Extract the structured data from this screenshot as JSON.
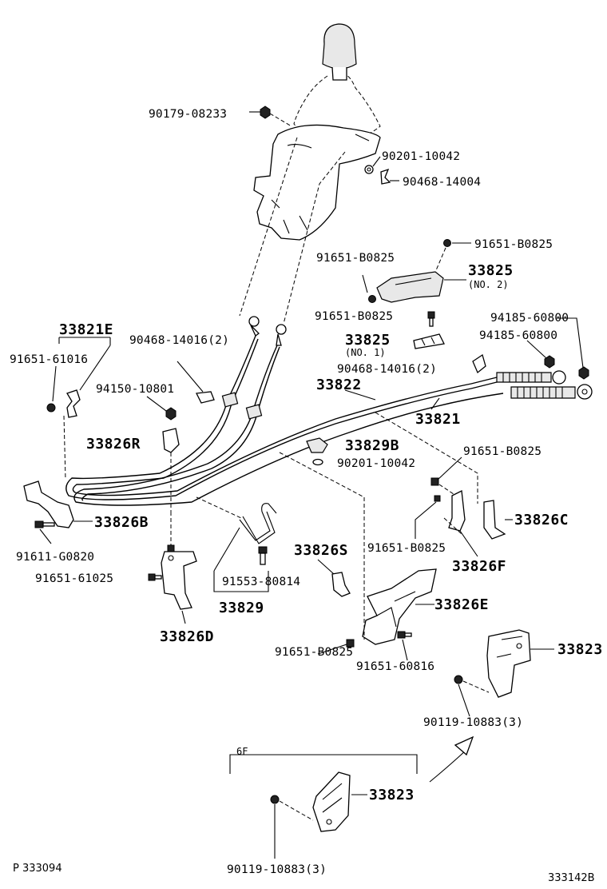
{
  "labels": {
    "p_90179_08233": "90179-08233",
    "p_90201_10042_top": "90201-10042",
    "p_90468_14004": "90468-14004",
    "p_91651_B0825_a": "91651-B0825",
    "p_91651_B0825_b": "91651-B0825",
    "p_33825_no2": "33825",
    "no2": "(NO. 2)",
    "p_91651_B0825_c": "91651-B0825",
    "p_94185_60800_a": "94185-60800",
    "p_94185_60800_b": "94185-60800",
    "p_33825_no1": "33825",
    "no1": "(NO. 1)",
    "p_33821E": "33821E",
    "p_91651_61016": "91651-61016",
    "p_90468_14016_a": "90468-14016(2)",
    "p_90468_14016_b": "90468-14016(2)",
    "p_94150_10801": "94150-10801",
    "p_33822": "33822",
    "p_33821": "33821",
    "p_33826R": "33826R",
    "p_33829B": "33829B",
    "p_90201_10042_mid": "90201-10042",
    "p_91651_B0825_d": "91651-B0825",
    "p_33826B": "33826B",
    "p_33826C": "33826C",
    "p_91611_G0820": "91611-G0820",
    "p_91651_B0825_e": "91651-B0825",
    "p_33826S": "33826S",
    "p_91651_61025": "91651-61025",
    "p_91553_80814": "91553-80814",
    "p_33826F": "33826F",
    "p_33826E": "33826E",
    "p_33829": "33829",
    "p_33826D": "33826D",
    "p_91651_B0825_f": "91651-B0825",
    "p_91651_60816": "91651-60816",
    "p_33823_a": "33823",
    "p_90119_10883_a": "90119-10883(3)",
    "p_6F": "6F",
    "p_33823_b": "33823",
    "p_90119_10883_b": "90119-10883(3)",
    "page_ref": "P 333094",
    "fig_ref": "333142B"
  }
}
